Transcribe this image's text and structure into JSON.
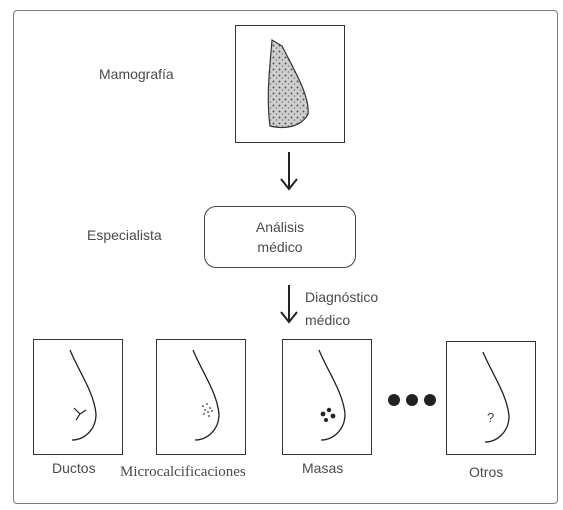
{
  "input": {
    "label": "Mamografía",
    "icon": "mammogram-image-icon"
  },
  "specialist": {
    "label": "Especialista",
    "box_line1": "Análisis",
    "box_line2": "médico"
  },
  "diagnosis": {
    "line1": "Diagnóstico",
    "line2": "médico"
  },
  "outputs": [
    {
      "label": "Ductos",
      "icon": "ducts-breast-icon"
    },
    {
      "label": "Microcalcificaciones",
      "icon": "microcalcifications-breast-icon"
    },
    {
      "label": "Masas",
      "icon": "masses-breast-icon"
    },
    {
      "label": "Otros",
      "icon": "others-breast-icon",
      "mark": "?"
    }
  ],
  "ellipsis_icon": "ellipsis-dots-icon"
}
